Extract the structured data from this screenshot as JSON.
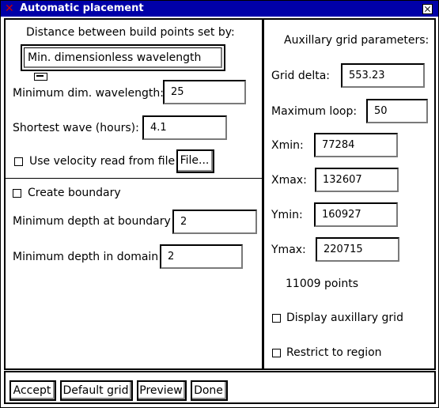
{
  "window": {
    "title": "Automatic placement"
  },
  "left": {
    "distance_heading": "Distance between build points set by:",
    "distance_mode": "Min. dimensionless wavelength",
    "min_dim_wavelength_label": "Minimum dim. wavelength:",
    "min_dim_wavelength_value": "25",
    "shortest_wave_label": "Shortest wave (hours):",
    "shortest_wave_value": "4.1",
    "use_velocity_label": "Use velocity read from file",
    "file_button": "File...",
    "create_boundary_label": "Create boundary",
    "min_depth_boundary_label": "Minimum depth at boundary",
    "min_depth_boundary_value": "2",
    "min_depth_domain_label": "Minimum depth in domain",
    "min_depth_domain_value": "2"
  },
  "right": {
    "heading": "Auxillary grid parameters:",
    "grid_delta_label": "Grid delta:",
    "grid_delta_value": "553.23",
    "max_loop_label": "Maximum loop:",
    "max_loop_value": "50",
    "xmin_label": "Xmin:",
    "xmin_value": "77284",
    "xmax_label": "Xmax:",
    "xmax_value": "132607",
    "ymin_label": "Ymin:",
    "ymin_value": "160927",
    "ymax_label": "Ymax:",
    "ymax_value": "220715",
    "points_text": "11009 points",
    "display_aux_label": "Display auxillary grid",
    "restrict_label": "Restrict to region"
  },
  "footer": {
    "accept": "Accept",
    "default_grid": "Default grid",
    "preview": "Preview",
    "done": "Done"
  },
  "colors": {
    "titlebar": "#0000a8",
    "title_icon": "#d00000"
  }
}
